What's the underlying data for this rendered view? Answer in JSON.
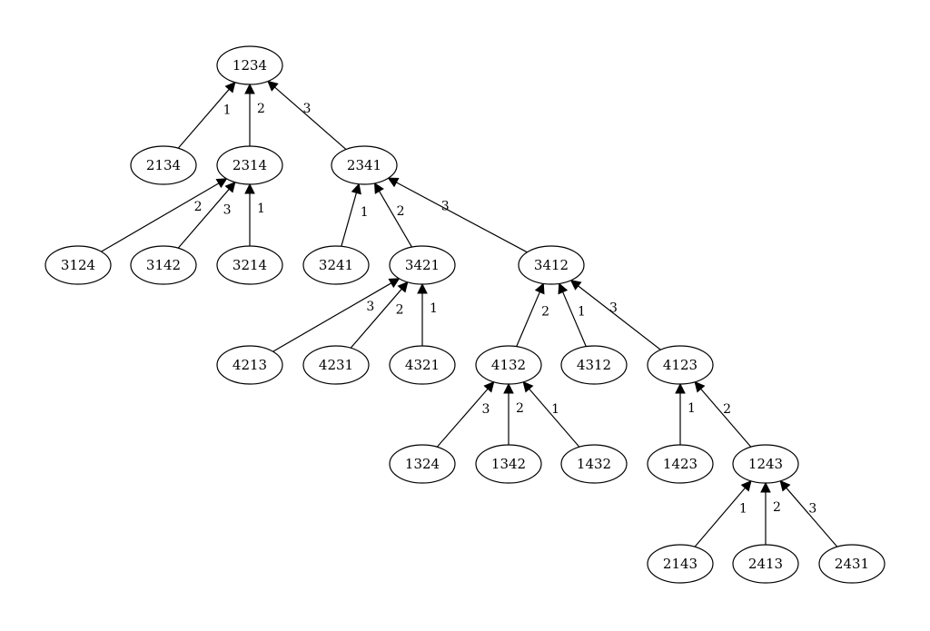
{
  "nodes": [
    {
      "id": "1234",
      "label": "1234"
    },
    {
      "id": "2134",
      "label": "2134"
    },
    {
      "id": "2314",
      "label": "2314"
    },
    {
      "id": "2341",
      "label": "2341"
    },
    {
      "id": "3124",
      "label": "3124"
    },
    {
      "id": "3142",
      "label": "3142"
    },
    {
      "id": "3214",
      "label": "3214"
    },
    {
      "id": "3241",
      "label": "3241"
    },
    {
      "id": "3421",
      "label": "3421"
    },
    {
      "id": "3412",
      "label": "3412"
    },
    {
      "id": "4213",
      "label": "4213"
    },
    {
      "id": "4231",
      "label": "4231"
    },
    {
      "id": "4321",
      "label": "4321"
    },
    {
      "id": "4132",
      "label": "4132"
    },
    {
      "id": "4312",
      "label": "4312"
    },
    {
      "id": "4123",
      "label": "4123"
    },
    {
      "id": "1324",
      "label": "1324"
    },
    {
      "id": "1342",
      "label": "1342"
    },
    {
      "id": "1432",
      "label": "1432"
    },
    {
      "id": "1423",
      "label": "1423"
    },
    {
      "id": "1243",
      "label": "1243"
    },
    {
      "id": "2143",
      "label": "2143"
    },
    {
      "id": "2413",
      "label": "2413"
    },
    {
      "id": "2431",
      "label": "2431"
    }
  ],
  "edges": [
    {
      "from": "2134",
      "to": "1234",
      "label": "1"
    },
    {
      "from": "2314",
      "to": "1234",
      "label": "2"
    },
    {
      "from": "2341",
      "to": "1234",
      "label": "3"
    },
    {
      "from": "3124",
      "to": "2314",
      "label": "2"
    },
    {
      "from": "3142",
      "to": "2314",
      "label": "3"
    },
    {
      "from": "3214",
      "to": "2314",
      "label": "1"
    },
    {
      "from": "3241",
      "to": "2341",
      "label": "1"
    },
    {
      "from": "3421",
      "to": "2341",
      "label": "2"
    },
    {
      "from": "3412",
      "to": "2341",
      "label": "3"
    },
    {
      "from": "4213",
      "to": "3421",
      "label": "3"
    },
    {
      "from": "4231",
      "to": "3421",
      "label": "2"
    },
    {
      "from": "4321",
      "to": "3421",
      "label": "1"
    },
    {
      "from": "4132",
      "to": "3412",
      "label": "2"
    },
    {
      "from": "4312",
      "to": "3412",
      "label": "1"
    },
    {
      "from": "4123",
      "to": "3412",
      "label": "3"
    },
    {
      "from": "1324",
      "to": "4132",
      "label": "3"
    },
    {
      "from": "1342",
      "to": "4132",
      "label": "2"
    },
    {
      "from": "1432",
      "to": "4132",
      "label": "1"
    },
    {
      "from": "1423",
      "to": "4123",
      "label": "1"
    },
    {
      "from": "1243",
      "to": "4123",
      "label": "2"
    },
    {
      "from": "2143",
      "to": "1243",
      "label": "1"
    },
    {
      "from": "2413",
      "to": "1243",
      "label": "2"
    },
    {
      "from": "2431",
      "to": "1243",
      "label": "3"
    }
  ]
}
